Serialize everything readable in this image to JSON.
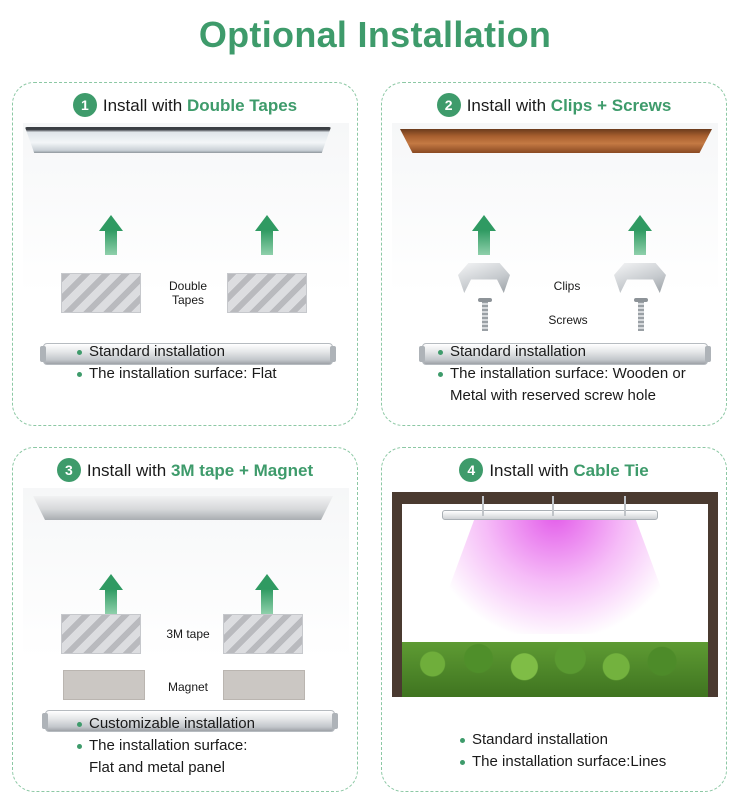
{
  "page": {
    "title": "Optional Installation"
  },
  "colors": {
    "accent": "#3e9b6b",
    "border": "#8cc8a4"
  },
  "cards": [
    {
      "number": "1",
      "prefix": "Install with ",
      "method": "Double Tapes",
      "labels": {
        "tapes_line1": "Double",
        "tapes_line2": "Tapes"
      },
      "bullets": [
        "Standard installation",
        "The installation surface: Flat"
      ]
    },
    {
      "number": "2",
      "prefix": "Install with ",
      "method": "Clips + Screws",
      "labels": {
        "clips": "Clips",
        "screws": "Screws"
      },
      "bullets": [
        "Standard installation",
        "The installation surface: Wooden or",
        "Metal with reserved screw hole"
      ]
    },
    {
      "number": "3",
      "prefix": "Install with ",
      "method": "3M tape + Magnet",
      "labels": {
        "tape": "3M tape",
        "magnet": "Magnet"
      },
      "bullets": [
        "Customizable installation",
        "The installation surface:",
        "Flat and metal panel"
      ]
    },
    {
      "number": "4",
      "prefix": "Install with ",
      "method": "Cable Tie",
      "bullets": [
        "Standard installation",
        "The installation surface:Lines"
      ]
    }
  ]
}
